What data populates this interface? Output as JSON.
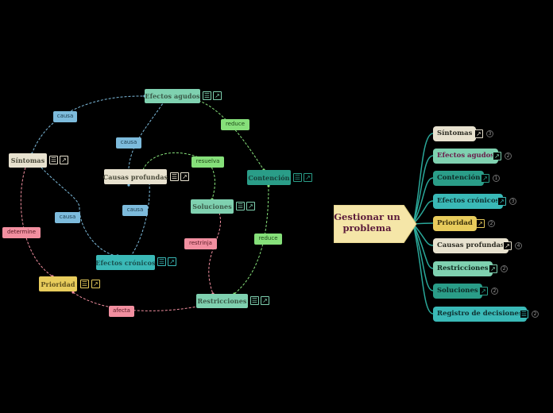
{
  "central": {
    "title_line1": "Gestionar un",
    "title_line2": "problema"
  },
  "left_nodes": [
    {
      "id": "efectos_agudos",
      "label": "Efectos agudos",
      "bg": "#7fd1b0",
      "fg": "#3a5a48",
      "icons": "menu,link"
    },
    {
      "id": "sintomas",
      "label": "Síntomas",
      "bg": "#e8e2cf",
      "fg": "#4a4a3a",
      "icons": "menu,link"
    },
    {
      "id": "causas_profundas",
      "label": "Causas profundas",
      "bg": "#e8e2cf",
      "fg": "#4a4a3a",
      "icons": "menu,link"
    },
    {
      "id": "contencion",
      "label": "Contención",
      "bg": "#2a9d88",
      "fg": "#163f38",
      "icons": "menu,link"
    },
    {
      "id": "soluciones",
      "label": "Soluciones",
      "bg": "#7fd1b0",
      "fg": "#3a5a48",
      "icons": "menu,link"
    },
    {
      "id": "efectos_cronicos",
      "label": "Efectos crónicos",
      "bg": "#3ab9b7",
      "fg": "#19504f",
      "icons": "menu,link"
    },
    {
      "id": "prioridad",
      "label": "Prioridad",
      "bg": "#e8cc5c",
      "fg": "#5e4f1b",
      "icons": "menu,link"
    },
    {
      "id": "restricciones",
      "label": "Restricciones",
      "bg": "#7fd1b0",
      "fg": "#3a5a48",
      "icons": "menu,link"
    }
  ],
  "edge_labels": [
    {
      "id": "causa1",
      "text": "causa",
      "bg": "#7dbbdc"
    },
    {
      "id": "reduce1",
      "text": "reduce",
      "bg": "#86e07a"
    },
    {
      "id": "causa2",
      "text": "causa",
      "bg": "#7dbbdc"
    },
    {
      "id": "resuelva",
      "text": "resuelva",
      "bg": "#86e07a"
    },
    {
      "id": "causa3",
      "text": "causa",
      "bg": "#7dbbdc"
    },
    {
      "id": "causa4",
      "text": "causa",
      "bg": "#7dbbdc"
    },
    {
      "id": "determine",
      "text": "determine",
      "bg": "#f28fa0"
    },
    {
      "id": "restrinja",
      "text": "restrinja",
      "bg": "#f28fa0"
    },
    {
      "id": "reduce2",
      "text": "reduce",
      "bg": "#86e07a"
    },
    {
      "id": "afecta",
      "text": "afecta",
      "bg": "#f28fa0"
    }
  ],
  "right_nodes": [
    {
      "label": "Síntomas",
      "bg": "#e8e2cf",
      "fg": "#2b2b22",
      "count": "3"
    },
    {
      "label": "Efectos agudos",
      "bg": "#7fd1b0",
      "fg": "#6a1a4a",
      "count": "2"
    },
    {
      "label": "Contención",
      "bg": "#2a9d88",
      "fg": "#0d2a26",
      "count": "1"
    },
    {
      "label": "Efectos crónicos",
      "bg": "#3ab9b7",
      "fg": "#0e2f2f",
      "count": "3"
    },
    {
      "label": "Prioridad",
      "bg": "#e8cc5c",
      "fg": "#3a2f0a",
      "count": "2"
    },
    {
      "label": "Causas profundas",
      "bg": "#e8e2cf",
      "fg": "#2b2b22",
      "count": "4"
    },
    {
      "label": "Restricciones",
      "bg": "#7fd1b0",
      "fg": "#0f2a20",
      "count": "2"
    },
    {
      "label": "Soluciones",
      "bg": "#2a9d88",
      "fg": "#0d2a26",
      "count": "2"
    },
    {
      "label": "Registro de decisiones",
      "bg": "#3ab9b7",
      "fg": "#0e2f2f",
      "count": "2"
    }
  ],
  "colors": {
    "background": "#000000",
    "central": "#f5e6a8",
    "branch": "#2aa89a"
  }
}
